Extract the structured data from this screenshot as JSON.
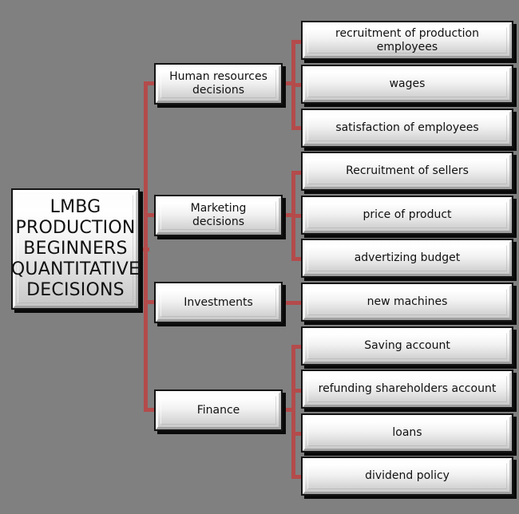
{
  "diagram": {
    "title": "LMBG PRODUCTION BEGINNERS QUANTITATIVE DECISIONS",
    "background_color": "#808080",
    "connector_color": "#b44b4b",
    "node_fill": "#f2f2f2",
    "node_border": "#141414",
    "root": {
      "label": "LMBG PRODUCTION BEGINNERS QUANTITATIVE DECISIONS"
    },
    "categories": [
      {
        "id": "human-resources-decisions",
        "label": "Human resources decisions"
      },
      {
        "id": "marketing-decisions",
        "label": "Marketing decisions"
      },
      {
        "id": "investments",
        "label": "Investments"
      },
      {
        "id": "finance",
        "label": "Finance"
      }
    ],
    "leaves": [
      {
        "id": "recruitment-of-production-employees",
        "label": "recruitment of production employees",
        "parent": "human-resources-decisions"
      },
      {
        "id": "wages",
        "label": "wages",
        "parent": "human-resources-decisions"
      },
      {
        "id": "satisfaction-of-employees",
        "label": "satisfaction of employees",
        "parent": "human-resources-decisions"
      },
      {
        "id": "recruitment-of-sellers",
        "label": "Recruitment of sellers",
        "parent": "marketing-decisions"
      },
      {
        "id": "price-of-product",
        "label": "price of product",
        "parent": "marketing-decisions"
      },
      {
        "id": "advertizing-budget",
        "label": "advertizing budget",
        "parent": "marketing-decisions"
      },
      {
        "id": "new-machines",
        "label": "new machines",
        "parent": "investments"
      },
      {
        "id": "saving-account",
        "label": "Saving account",
        "parent": "finance"
      },
      {
        "id": "refunding-shareholders-account",
        "label": "refunding shareholders account",
        "parent": "finance"
      },
      {
        "id": "loans",
        "label": "loans",
        "parent": "finance"
      },
      {
        "id": "dividend-policy",
        "label": "dividend policy",
        "parent": "finance"
      }
    ]
  }
}
